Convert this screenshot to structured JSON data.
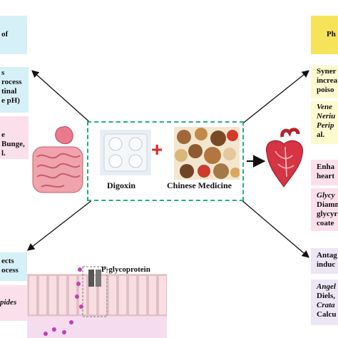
{
  "left": {
    "header": "of",
    "box1": [
      "s",
      "rocess",
      "tinal",
      "e pH)"
    ],
    "box2": [
      "e",
      "Bunge,",
      "l."
    ],
    "box3": [
      "ects",
      "ocess"
    ],
    "box4": "pides"
  },
  "right": {
    "header": "Ph",
    "box1": [
      "Syner",
      "increa",
      "poiso"
    ],
    "box2": [
      "Vene",
      "Neriu",
      "Perip",
      "al."
    ],
    "box3": [
      "Enha",
      "heart"
    ],
    "box4": [
      "Glycy",
      "Diamm",
      "glycyr",
      "coate"
    ],
    "box5": [
      "Antag",
      "induc"
    ],
    "box6": [
      "Angel",
      "Diels,",
      "Crata",
      "Calcu"
    ]
  },
  "center": {
    "digoxin": "Digoxin",
    "plus": "+",
    "medicine": "Chinese Medicine"
  },
  "pgp_label": "P-glycoprotein",
  "colors": {
    "light_blue": "#d6f0f7",
    "header_yellow": "#f7e35a",
    "light_yellow": "#fdfad0",
    "light_pink": "#fbe0ec",
    "lavender": "#ece6f5",
    "green_dash": "#22b07a",
    "plus_red": "#e0262b"
  }
}
